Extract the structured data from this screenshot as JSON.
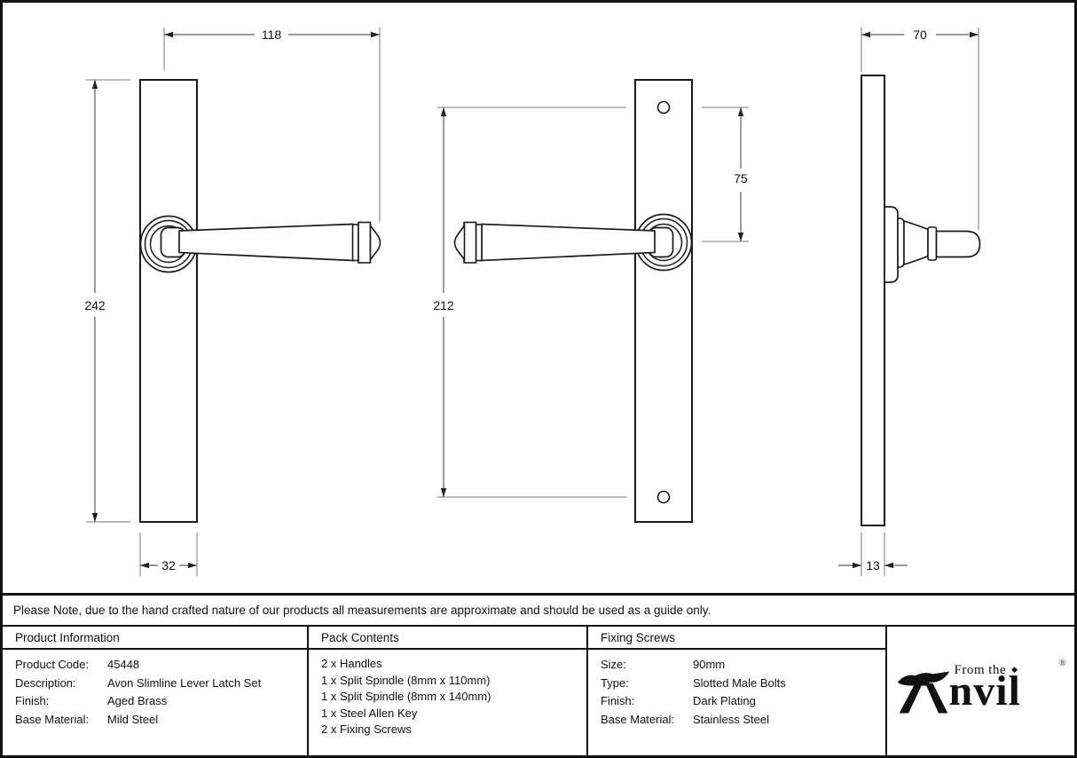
{
  "note": {
    "text": "Please Note, due to the hand crafted nature of our products all measurements are approximate and should be used as a guide only."
  },
  "drawing": {
    "front_view": {
      "width": "118",
      "height": "242",
      "plate_width": "32"
    },
    "middle_view": {
      "screw_spacing": "212",
      "screw_to_handle": "75"
    },
    "side_view": {
      "depth": "70",
      "thickness": "13"
    }
  },
  "table": {
    "product_information": {
      "title": "Product Information",
      "rows": [
        {
          "label": "Product Code:",
          "value": "45448"
        },
        {
          "label": "Description:",
          "value": "Avon Slimline Lever Latch Set"
        },
        {
          "label": "Finish:",
          "value": "Aged Brass"
        },
        {
          "label": "Base Material:",
          "value": "Mild Steel"
        }
      ]
    },
    "pack_contents": {
      "title": "Pack Contents",
      "items": [
        "2 x Handles",
        "1 x Split Spindle (8mm x 110mm)",
        "1 x Split Spindle (8mm x 140mm)",
        "1 x Steel Allen Key",
        "2 x Fixing Screws"
      ]
    },
    "fixing_screws": {
      "title": "Fixing Screws",
      "rows": [
        {
          "label": "Size:",
          "value": "90mm"
        },
        {
          "label": "Type:",
          "value": "Slotted Male Bolts"
        },
        {
          "label": "Finish:",
          "value": "Dark Plating"
        },
        {
          "label": "Base Material:",
          "value": "Stainless Steel"
        }
      ]
    },
    "logo": {
      "tagline": "From the",
      "diamond": "◆",
      "brand_tail": "nvil",
      "registered": "®"
    }
  },
  "colors": {
    "outline": "#1a1a1a",
    "dimension_line": "#5b5b5b",
    "extension_line": "#777777",
    "text": "#111111"
  }
}
